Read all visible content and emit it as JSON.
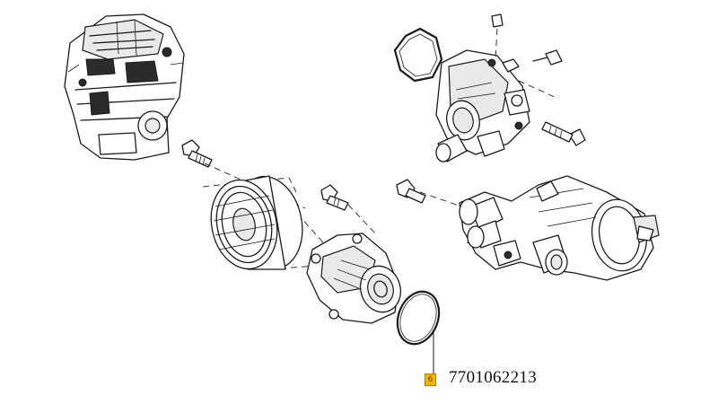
{
  "callout": {
    "index": "6",
    "part_number": "7701062213",
    "badge_color": "#f5b400"
  },
  "icons": [
    "engine-block",
    "thermostat-housing",
    "water-pump",
    "pulley",
    "o-ring",
    "bolt",
    "gasket"
  ]
}
